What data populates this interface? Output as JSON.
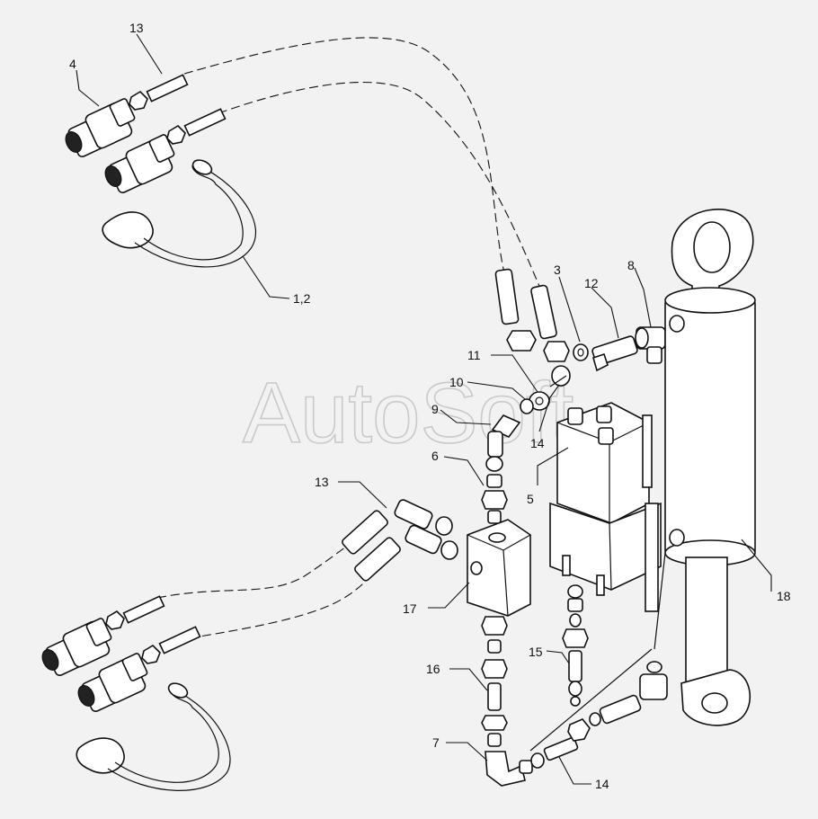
{
  "watermark": "AutoSoft",
  "callouts": {
    "c13a": "13",
    "c4": "4",
    "c12_main": "1,2",
    "c3": "3",
    "c12": "12",
    "c8": "8",
    "c11": "11",
    "c10": "10",
    "c9": "9",
    "c14a": "14",
    "c6": "6",
    "c5": "5",
    "c13b": "13",
    "c17": "17",
    "c18": "18",
    "c15": "15",
    "c16": "16",
    "c7": "7",
    "c14b": "14"
  }
}
